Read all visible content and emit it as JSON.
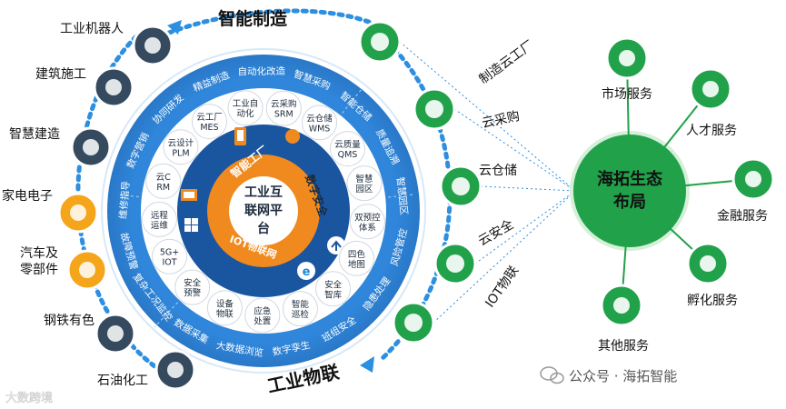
{
  "titles": {
    "top": "智能制造",
    "bottom": "工业物联",
    "hub": "海拓生态布局"
  },
  "core": {
    "center_line1": "工业互",
    "center_line2": "联网平",
    "center_line3": "台",
    "orange_top": "智能工厂",
    "orange_right": "数字安全",
    "orange_bottom": "IOT物联网"
  },
  "ring2_items": [
    "工业自动化",
    "云采购SRM",
    "云仓储WMS",
    "云质量QMS",
    "智慧园区",
    "双预控体系",
    "四色地图",
    "安全智库",
    "智能巡检",
    "应急处置",
    "设备物联",
    "安全预警",
    "5G+IOT",
    "远程运维",
    "云CRM",
    "云设计PLM",
    "云工厂MES"
  ],
  "ring3_labels": [
    "精益制造",
    "自动化改造",
    "智慧采购",
    "智能仓储",
    "质量追溯",
    "智慧园区",
    "风险管控",
    "隐患处理",
    "班组安全",
    "数字孪生",
    "大数据浏览",
    "数据采集",
    "复杂工况监控",
    "故障预警",
    "维修指导",
    "数字营销",
    "协同研发"
  ],
  "left_items": [
    "工业机器人",
    "建筑施工",
    "智慧建造",
    "家电电子",
    "汽车及零部件",
    "钢铁有色",
    "石油化工"
  ],
  "middle_items": [
    "制造云工厂",
    "云采购",
    "云仓储",
    "云安全",
    "IOT物联"
  ],
  "right_items": [
    "市场服务",
    "人才服务",
    "金融服务",
    "孵化服务",
    "其他服务"
  ],
  "icons": {
    "left": [
      "robot-arm-icon",
      "construction-icon",
      "building-icon",
      "electronics-icon",
      "car-icon",
      "factory-icon",
      "oil-tank-icon"
    ],
    "middle": [
      "valve-icon",
      "shopping-cart-icon",
      "cloud-upload-icon",
      "hse-globe-icon",
      "robot-arm-icon"
    ],
    "right": [
      "globe-icon",
      "people-icon",
      "yen-icon",
      "handshake-icon",
      "vr-icon"
    ]
  },
  "watermark_wechat": "公众号 · 海拓智能",
  "watermark_corner": "大数跨境",
  "colors": {
    "outer_blue": "#2e82d6",
    "ring_dark": "#1f5fa8",
    "inner_blue": "#0e4f9e",
    "orange": "#f08a1e",
    "green": "#21a24a",
    "dark_circle": "#354a5e"
  }
}
